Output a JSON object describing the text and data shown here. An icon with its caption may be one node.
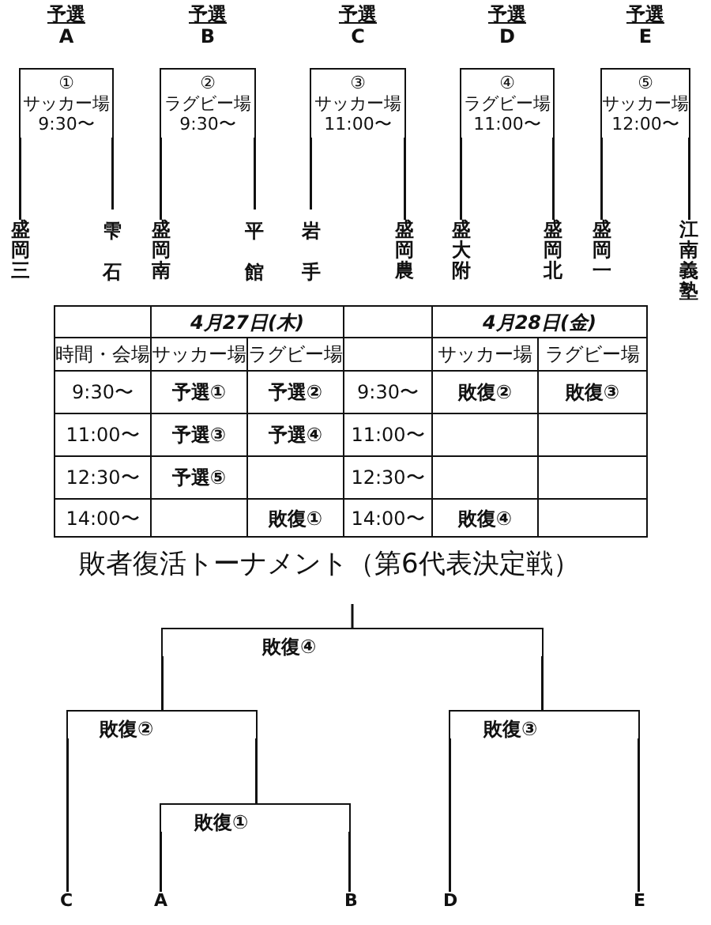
{
  "diagram": {
    "nodes": [
      {
        "text": [
          "予選",
          "A",
          "①",
          "サッカー場",
          "9:30〜"
        ]
      },
      {
        "text": [
          "盛岡三"
        ]
      },
      {
        "text": [
          "雫石"
        ]
      },
      {
        "text": [
          "予選",
          "B",
          "②",
          "ラグビー場",
          "9:30〜"
        ]
      },
      {
        "text": [
          "盛岡南"
        ]
      },
      {
        "text": [
          "平館"
        ]
      },
      {
        "text": [
          "予選",
          "C",
          "③",
          "サッカー場",
          "11:00〜"
        ]
      },
      {
        "text": [
          "岩手"
        ]
      },
      {
        "text": [
          "盛岡農"
        ]
      },
      {
        "text": [
          "予選",
          "D",
          "④",
          "ラグビー場",
          "11:00〜"
        ]
      },
      {
        "text": [
          "盛大附"
        ]
      },
      {
        "text": [
          "盛岡北"
        ]
      },
      {
        "text": [
          "予選",
          "E",
          "⑤",
          "サッカー場",
          "12:00〜"
        ]
      },
      {
        "text": [
          "盛岡一"
        ]
      },
      {
        "text": [
          "江南義塾"
        ]
      },
      {
        "text": [
          "敗復④"
        ]
      },
      {
        "text": [
          "敗復②"
        ]
      },
      {
        "text": [
          "敗復③"
        ]
      },
      {
        "text": [
          "敗復①"
        ]
      },
      {
        "text": [
          "C"
        ]
      },
      {
        "text": [
          "A"
        ]
      },
      {
        "text": [
          "B"
        ]
      },
      {
        "text": [
          "D"
        ]
      },
      {
        "text": [
          "E"
        ]
      }
    ],
    "edges": [
      {
        "from": 1,
        "to": 0,
        "arrow": "none"
      },
      {
        "from": 2,
        "to": 0,
        "arrow": "none"
      },
      {
        "from": 4,
        "to": 3,
        "arrow": "none"
      },
      {
        "from": 5,
        "to": 3,
        "arrow": "none"
      },
      {
        "from": 7,
        "to": 6,
        "arrow": "none"
      },
      {
        "from": 8,
        "to": 6,
        "arrow": "none"
      },
      {
        "from": 10,
        "to": 9,
        "arrow": "none"
      },
      {
        "from": 11,
        "to": 9,
        "arrow": "none"
      },
      {
        "from": 13,
        "to": 12,
        "arrow": "none"
      },
      {
        "from": 14,
        "to": 12,
        "arrow": "none"
      },
      {
        "from": 15,
        "to": null,
        "arrow": "none"
      },
      {
        "from": 16,
        "to": 15,
        "arrow": "none"
      },
      {
        "from": 17,
        "to": 15,
        "arrow": "none"
      },
      {
        "from": 19,
        "to": 16,
        "arrow": "none"
      },
      {
        "from": 18,
        "to": 16,
        "arrow": "none"
      },
      {
        "from": 20,
        "to": 18,
        "arrow": "none"
      },
      {
        "from": 21,
        "to": 18,
        "arrow": "none"
      },
      {
        "from": 22,
        "to": 17,
        "arrow": "none"
      },
      {
        "from": 23,
        "to": 17,
        "arrow": "none"
      }
    ],
    "labels": [
      "4月27日(木)",
      "4月28日(金)",
      "時間・会場",
      "サッカー場",
      "ラグビー場",
      "サッカー場",
      "ラグビー場",
      "9:30〜",
      "予選①",
      "予選②",
      "9:30〜",
      "敗復②",
      "敗復③",
      "11:00〜",
      "予選③",
      "予選④",
      "11:00〜",
      "12:30〜",
      "予選⑤",
      "12:30〜",
      "14:00〜",
      "敗復①",
      "14:00〜",
      "敗復④",
      "敗者復活トーナメント（第6代表決定戦）"
    ]
  }
}
